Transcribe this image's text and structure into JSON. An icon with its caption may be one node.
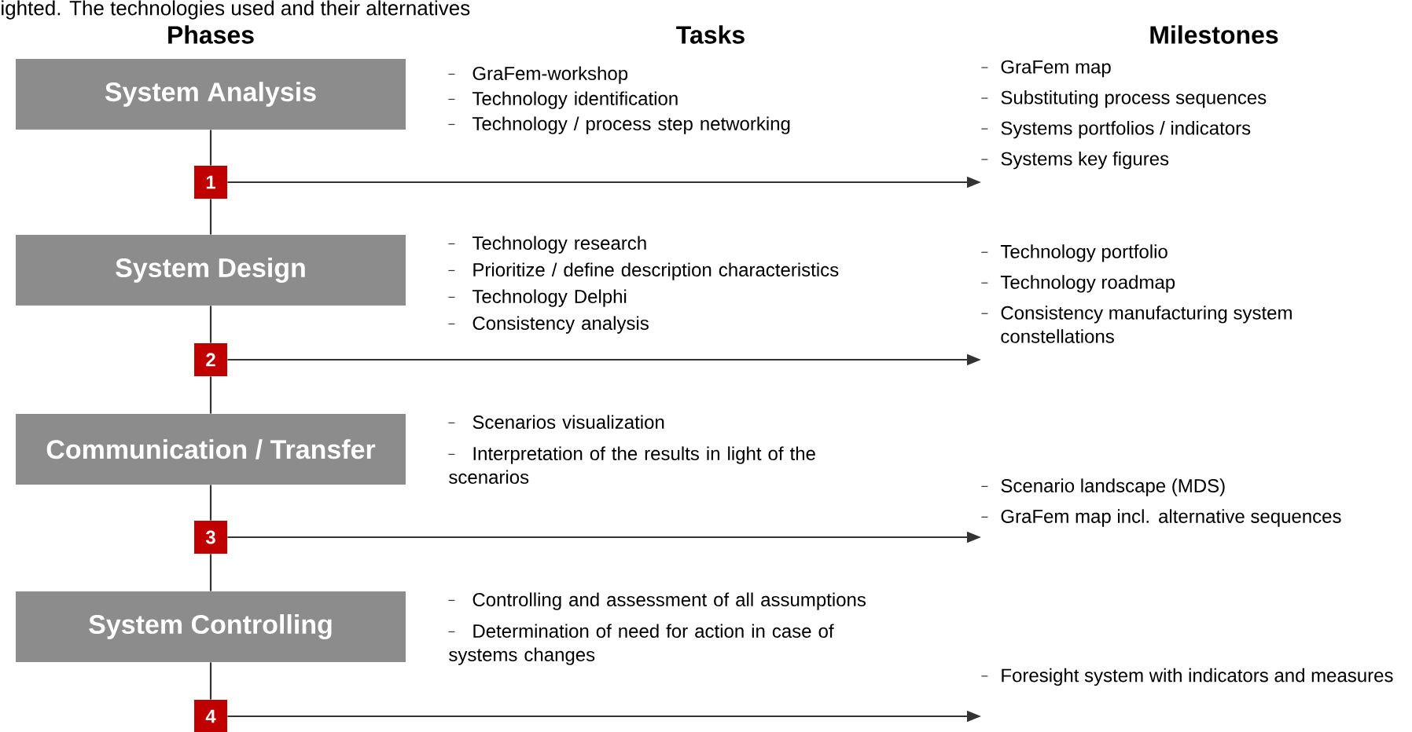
{
  "diagram": {
    "nodes": [
      {
        "text": [
          "System Analysis"
        ]
      },
      {
        "text": [
          "1"
        ]
      },
      {
        "text": [
          "GraFem map",
          "Substituting process sequences",
          "Systems portfolios / indicators",
          "Systems key figures"
        ]
      },
      {
        "text": [
          "System Design"
        ]
      },
      {
        "text": [
          "2"
        ]
      },
      {
        "text": [
          "Technology portfolio",
          "Technology roadmap",
          "Consistency manufacturing system constellations"
        ]
      },
      {
        "text": [
          "Communication / Transfer"
        ]
      },
      {
        "text": [
          "3"
        ]
      },
      {
        "text": [
          "Scenario landscape (MDS)",
          "GraFem map incl. alternative sequences"
        ]
      },
      {
        "text": [
          "System Controlling"
        ]
      },
      {
        "text": [
          "4"
        ]
      },
      {
        "text": [
          "Foresight system with indicators and measures"
        ]
      }
    ],
    "edges": [
      {
        "from": 0,
        "to": 1,
        "arrow": "none"
      },
      {
        "from": 1,
        "to": 3,
        "arrow": "none"
      },
      {
        "from": 3,
        "to": 4,
        "arrow": "none"
      },
      {
        "from": 4,
        "to": 6,
        "arrow": "none"
      },
      {
        "from": 6,
        "to": 7,
        "arrow": "none"
      },
      {
        "from": 7,
        "to": 9,
        "arrow": "none"
      },
      {
        "from": 9,
        "to": 10,
        "arrow": "none"
      },
      {
        "from": 1,
        "to": 2,
        "arrow": "to"
      },
      {
        "from": 4,
        "to": 5,
        "arrow": "to"
      },
      {
        "from": 7,
        "to": 8,
        "arrow": "to"
      },
      {
        "from": 10,
        "to": 11,
        "arrow": "to"
      }
    ],
    "labels": [
      "ighted. The technologies used and their alternatives",
      "Phases",
      "Tasks",
      "Milestones",
      "GraFem-workshop",
      "Technology identification",
      "Technology / process step networking",
      "Technology research",
      "Prioritize / define description characteristics",
      "Technology Delphi",
      "Consistency analysis",
      "Scenarios visualization",
      "Interpretation of the results in light of the scenarios",
      "Controlling and assessment of all assumptions",
      "Determination of need for action in case of systems changes"
    ]
  }
}
